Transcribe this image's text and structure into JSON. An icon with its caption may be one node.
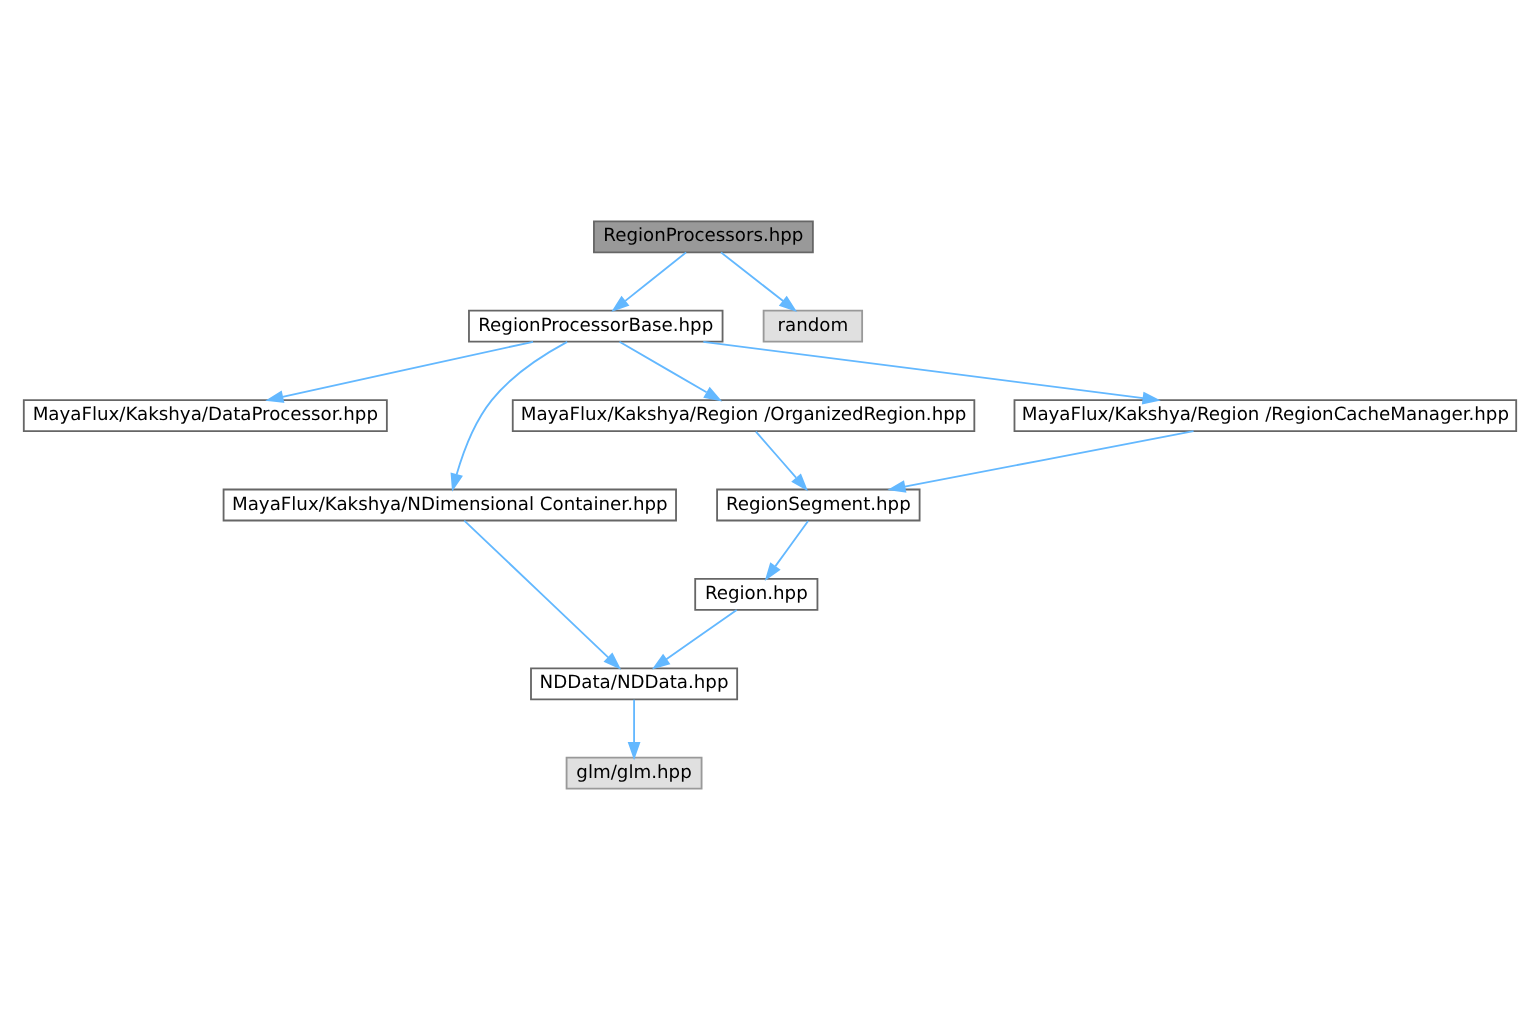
{
  "diagram": {
    "nodes": [
      {
        "text": [
          "RegionProcessors.hpp"
        ]
      },
      {
        "text": [
          "RegionProcessorBase.hpp"
        ]
      },
      {
        "text": [
          "random"
        ]
      },
      {
        "text": [
          "MayaFlux/Kakshya/DataProcessor.hpp"
        ]
      },
      {
        "text": [
          "MayaFlux/Kakshya/NDimensional Container.hpp"
        ]
      },
      {
        "text": [
          "MayaFlux/Kakshya/Region /OrganizedRegion.hpp"
        ]
      },
      {
        "text": [
          "MayaFlux/Kakshya/Region /RegionCacheManager.hpp"
        ]
      },
      {
        "text": [
          "RegionSegment.hpp"
        ]
      },
      {
        "text": [
          "Region.hpp"
        ]
      },
      {
        "text": [
          "NDData/NDData.hpp"
        ]
      },
      {
        "text": [
          "glm/glm.hpp"
        ]
      }
    ],
    "edges": [
      {
        "from": 0,
        "to": 1,
        "arrow": "to"
      },
      {
        "from": 0,
        "to": 2,
        "arrow": "to"
      },
      {
        "from": 1,
        "to": 3,
        "arrow": "to"
      },
      {
        "from": 1,
        "to": 4,
        "arrow": "to"
      },
      {
        "from": 1,
        "to": 5,
        "arrow": "to"
      },
      {
        "from": 1,
        "to": 6,
        "arrow": "to"
      },
      {
        "from": 5,
        "to": 7,
        "arrow": "to"
      },
      {
        "from": 6,
        "to": 7,
        "arrow": "to"
      },
      {
        "from": 7,
        "to": 8,
        "arrow": "to"
      },
      {
        "from": 4,
        "to": 9,
        "arrow": "to"
      },
      {
        "from": 8,
        "to": 9,
        "arrow": "to"
      },
      {
        "from": 9,
        "to": 10,
        "arrow": "to"
      }
    ]
  }
}
